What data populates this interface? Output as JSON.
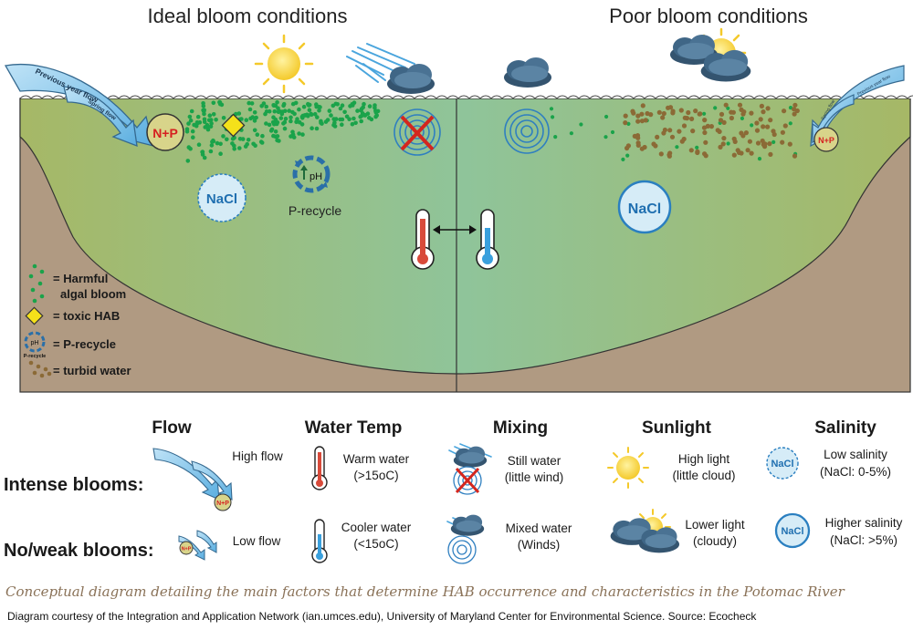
{
  "headers": {
    "ideal": "Ideal bloom conditions",
    "poor": "Poor bloom conditions"
  },
  "scene_labels": {
    "previous_year_flow": "Previous year flow",
    "spring_flow": "Spring flow",
    "nutrients": "N+P",
    "salt": "NaCl",
    "ph": "pH",
    "p_recycle": "P-recycle",
    "low_flow_small": "Low flow",
    "high_flow_small": "High flow"
  },
  "legend": {
    "hab": "= Harmful",
    "hab_line2": "algal bloom",
    "toxic": "= toxic HAB",
    "precycle": "= P-recycle",
    "precycle_icon_label": "P-recycle",
    "turbid": "= turbid water"
  },
  "table": {
    "columns": [
      "Flow",
      "Water Temp",
      "Mixing",
      "Sunlight",
      "Salinity"
    ],
    "rows": {
      "intense": "Intense blooms:",
      "weak": "No/weak blooms:"
    },
    "intense_cells": {
      "flow": "High flow",
      "temp_1": "Warm water",
      "temp_2": "(>15oC)",
      "mixing_1": "Still water",
      "mixing_2": "(little wind)",
      "sun_1": "High light",
      "sun_2": "(little cloud)",
      "sal_1": "Low salinity",
      "sal_2": "(NaCl:  0-5%)"
    },
    "weak_cells": {
      "flow": "Low flow",
      "temp_1": "Cooler water",
      "temp_2": "(<15oC)",
      "mixing_1": "Mixed water",
      "mixing_2": "(Winds)",
      "sun_1": "Lower light",
      "sun_2": "(cloudy)",
      "sal_1": "Higher salinity",
      "sal_2": "(NaCl:  >5%)"
    },
    "icon_labels": {
      "nutrients": "N+P",
      "salt": "NaCl"
    }
  },
  "caption": "Conceptual diagram detailing the main factors that determine HAB occurrence and characteristics in the Potomac River",
  "credit": "Diagram courtesy of the Integration and Application Network (ian.umces.edu), University of Maryland Center for Environmental Science. Source: Ecocheck",
  "colors": {
    "hab_green": "#1aa34a",
    "turbid_brown": "#8b6a36",
    "sediment": "#b09a82",
    "water_olive": "#a9ba6a",
    "water_green": "#8dc493",
    "toxic_yellow": "#f5e11a",
    "warm_red": "#d84a3a",
    "cool_blue": "#3aa0dd",
    "arrow_blue": "#7fc3e8",
    "sun_yellow": "#f7d23a",
    "cloud_navy": "#3a5f7e"
  },
  "icons": [
    "sun-icon",
    "cloud-icon",
    "wind-icon",
    "mixing-swirl-icon",
    "thermometer-icon",
    "cross-icon",
    "flow-arrow-icon"
  ]
}
